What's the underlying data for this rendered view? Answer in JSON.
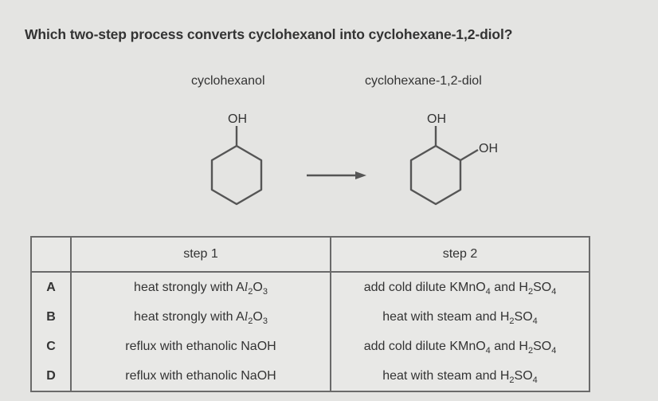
{
  "question": "Which two-step process converts cyclohexanol into cyclohexane-1,2-diol?",
  "reactant_label": "cyclohexanol",
  "product_label": "cyclohexane-1,2-diol",
  "structures": {
    "oh": "OH"
  },
  "table": {
    "headers": [
      "",
      "step 1",
      "step 2"
    ],
    "rows": [
      {
        "key": "A",
        "step1": [
          {
            "t": "heat strongly with A"
          },
          {
            "t": "l",
            "i": true
          },
          {
            "t": "2",
            "s": true
          },
          {
            "t": "O"
          },
          {
            "t": "3",
            "s": true
          }
        ],
        "step2": [
          {
            "t": "add cold dilute KMnO"
          },
          {
            "t": "4",
            "s": true
          },
          {
            "t": " and H"
          },
          {
            "t": "2",
            "s": true
          },
          {
            "t": "SO"
          },
          {
            "t": "4",
            "s": true
          }
        ]
      },
      {
        "key": "B",
        "step1": [
          {
            "t": "heat strongly with A"
          },
          {
            "t": "l",
            "i": true
          },
          {
            "t": "2",
            "s": true
          },
          {
            "t": "O"
          },
          {
            "t": "3",
            "s": true
          }
        ],
        "step2": [
          {
            "t": "heat with steam and H"
          },
          {
            "t": "2",
            "s": true
          },
          {
            "t": "SO"
          },
          {
            "t": "4",
            "s": true
          }
        ]
      },
      {
        "key": "C",
        "step1": [
          {
            "t": "reflux with ethanolic NaOH"
          }
        ],
        "step2": [
          {
            "t": "add cold dilute KMnO"
          },
          {
            "t": "4",
            "s": true
          },
          {
            "t": " and H"
          },
          {
            "t": "2",
            "s": true
          },
          {
            "t": "SO"
          },
          {
            "t": "4",
            "s": true
          }
        ]
      },
      {
        "key": "D",
        "step1": [
          {
            "t": "reflux with ethanolic NaOH"
          }
        ],
        "step2": [
          {
            "t": "heat with steam and H"
          },
          {
            "t": "2",
            "s": true
          },
          {
            "t": "SO"
          },
          {
            "t": "4",
            "s": true
          }
        ]
      }
    ]
  }
}
